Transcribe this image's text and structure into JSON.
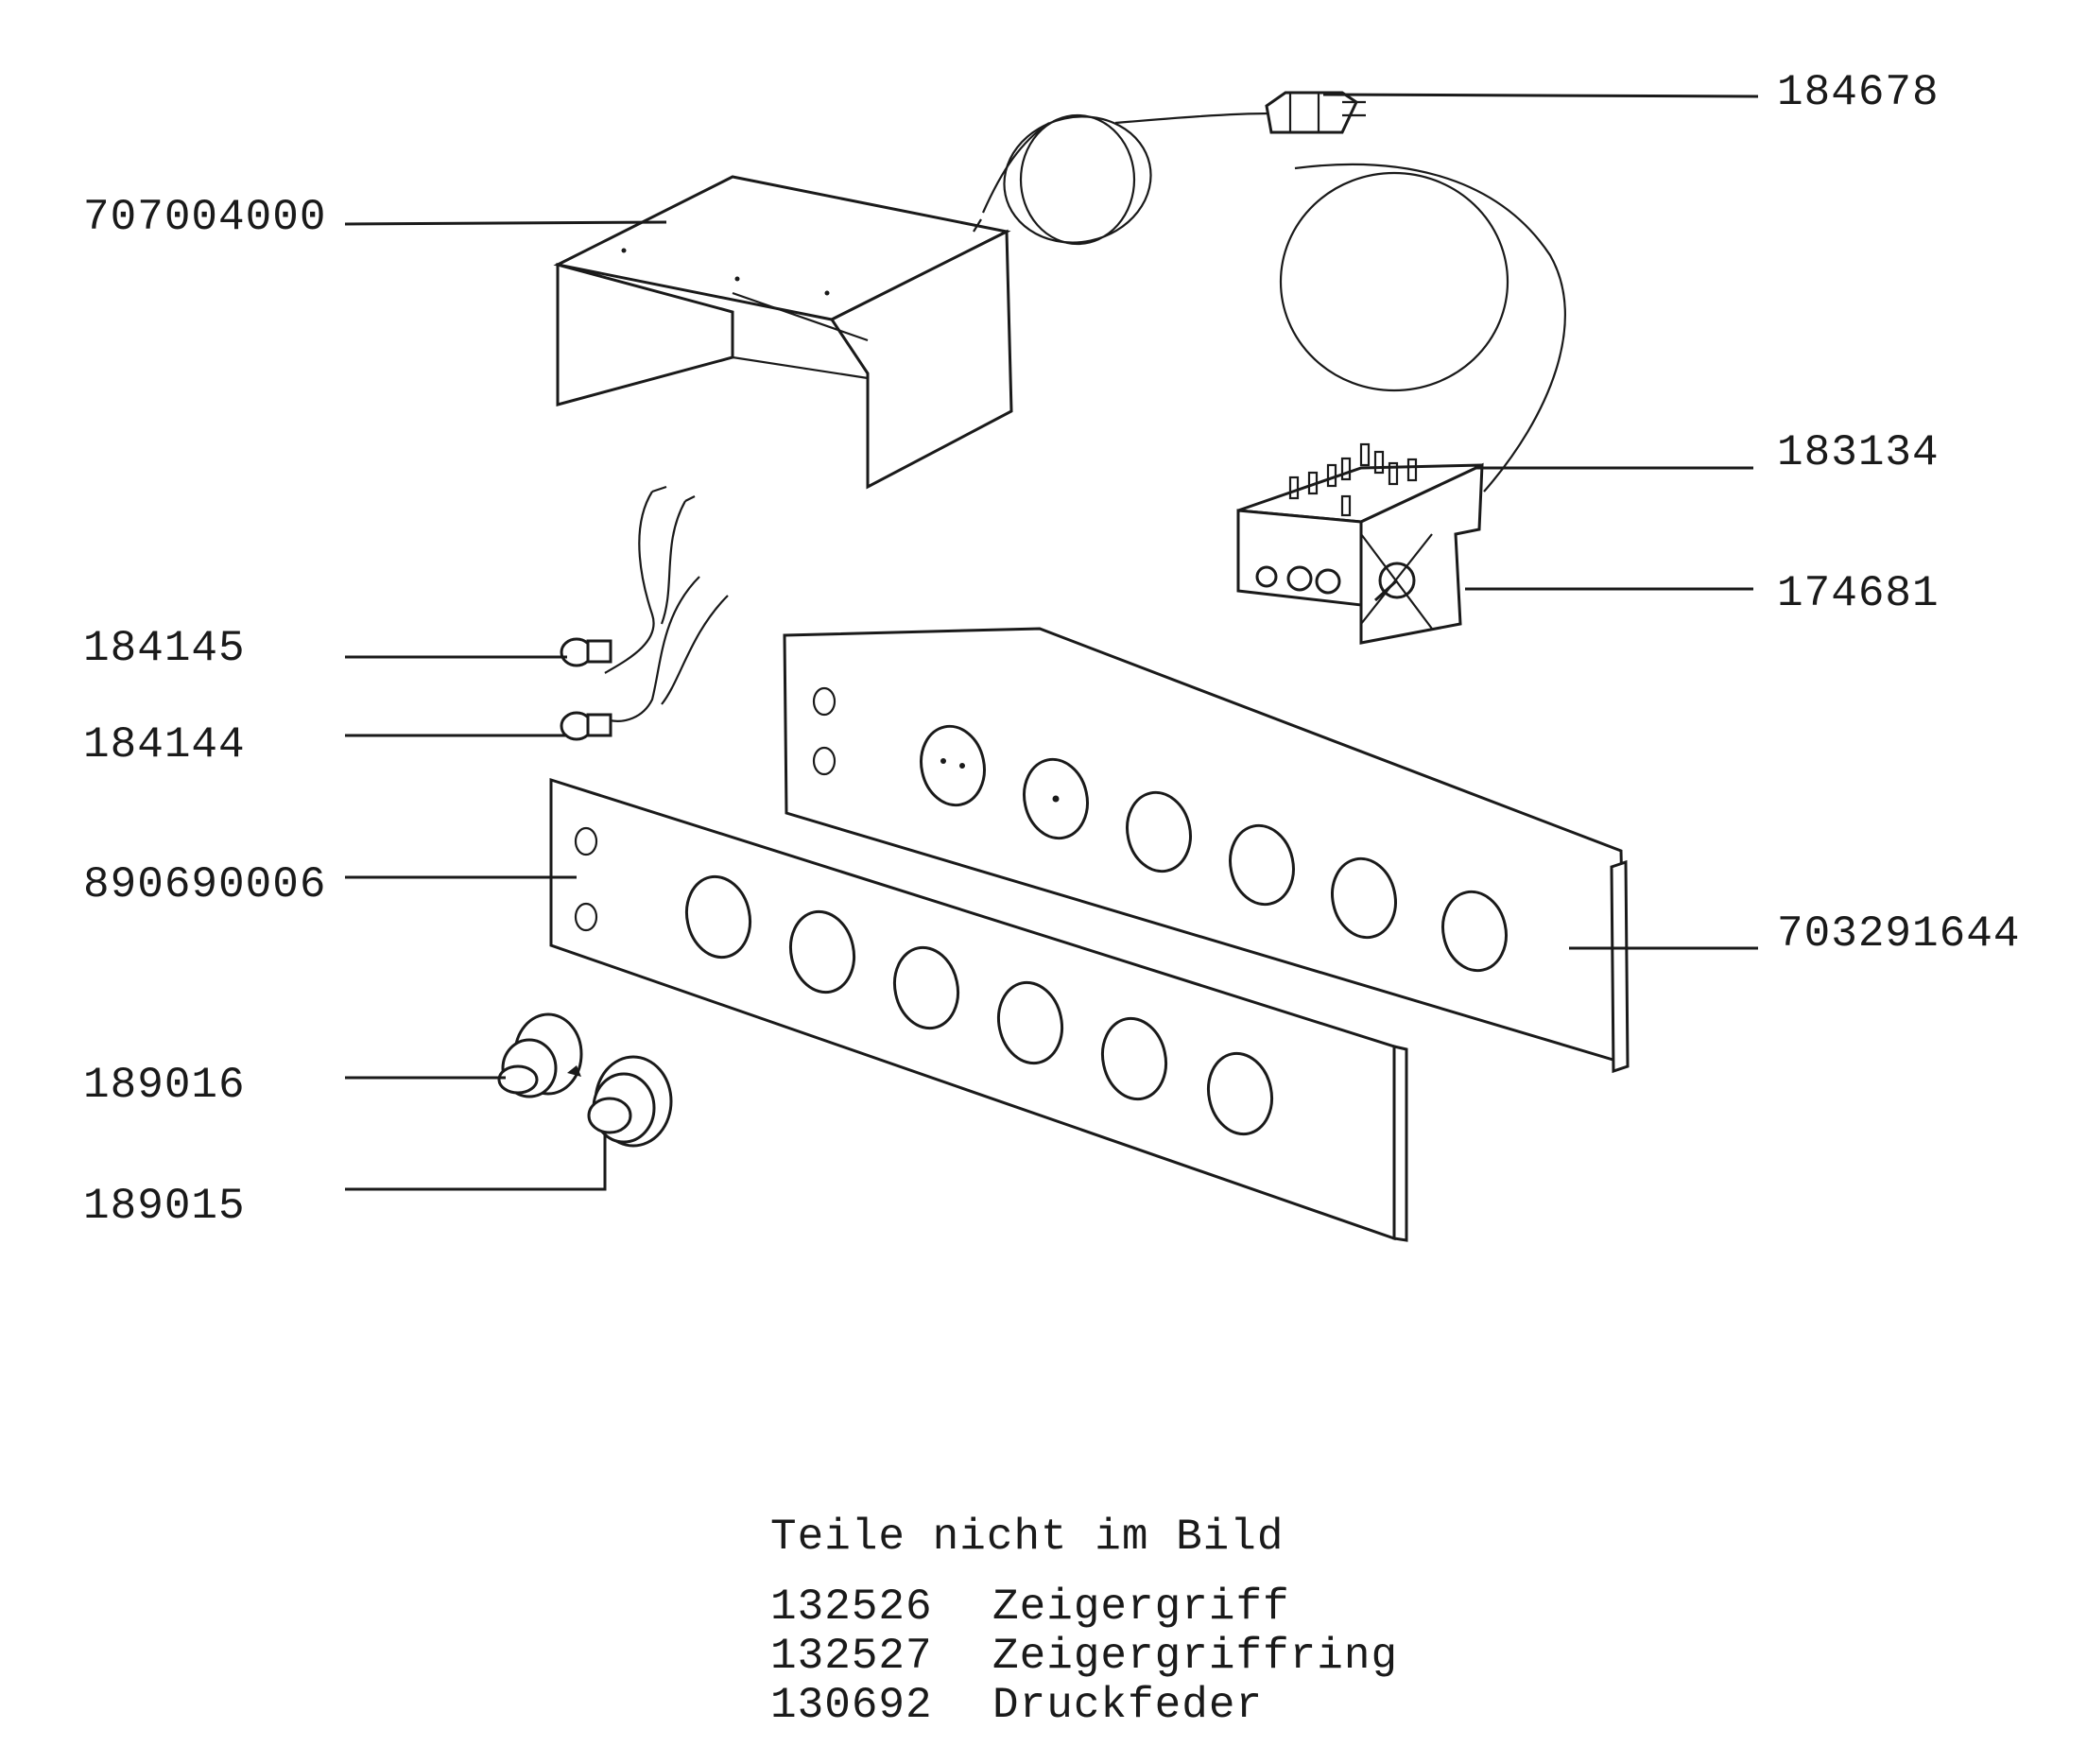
{
  "diagram": {
    "parts": [
      {
        "id": "707004000"
      },
      {
        "id": "184678"
      },
      {
        "id": "183134"
      },
      {
        "id": "174681"
      },
      {
        "id": "184145"
      },
      {
        "id": "184144"
      },
      {
        "id": "890690006"
      },
      {
        "id": "703291644"
      },
      {
        "id": "189016"
      },
      {
        "id": "189015"
      }
    ]
  },
  "not_shown": {
    "heading": "Teile nicht im Bild",
    "items": [
      {
        "number": "132526",
        "name": "Zeigergriff"
      },
      {
        "number": "132527",
        "name": "Zeigergriffring"
      },
      {
        "number": "130692",
        "name": "Druckfeder"
      }
    ]
  }
}
